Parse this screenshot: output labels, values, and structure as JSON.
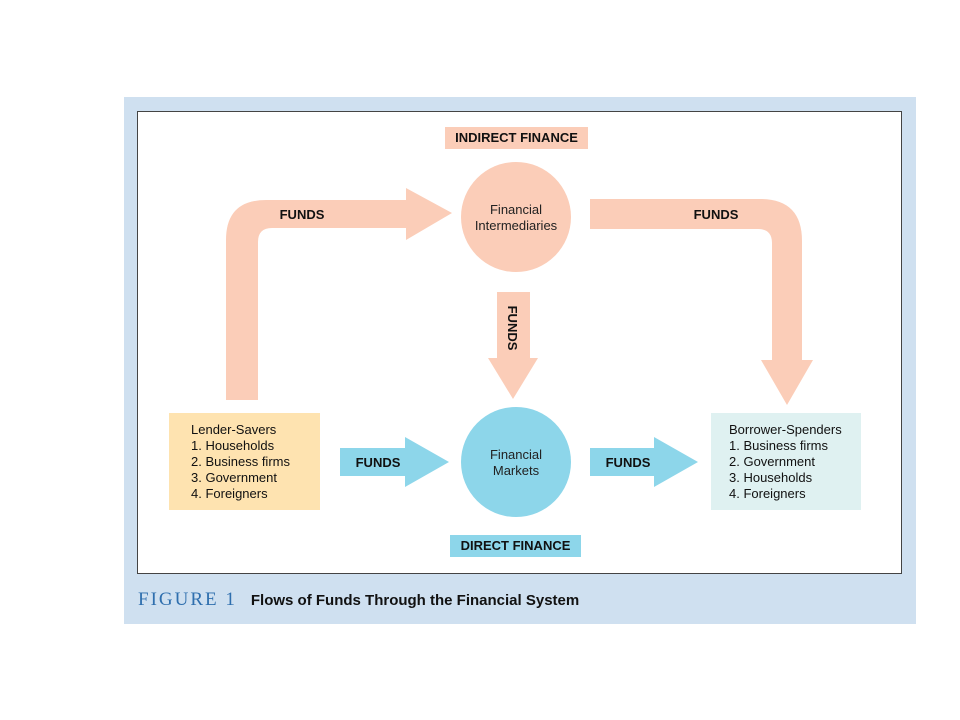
{
  "figure": {
    "label": "FIGURE 1",
    "title": "Flows of Funds Through the Financial System"
  },
  "indirect_finance": {
    "label": "INDIRECT FINANCE",
    "color": "#fbcdb8"
  },
  "direct_finance": {
    "label": "DIRECT FINANCE",
    "color": "#8dd6ea"
  },
  "financial_intermediaries": {
    "line1": "Financial",
    "line2": "Intermediaries"
  },
  "financial_markets": {
    "line1": "Financial",
    "line2": "Markets"
  },
  "lender_savers": {
    "title": "Lender-Savers",
    "items": [
      "1. Households",
      "2. Business firms",
      "3. Government",
      "4. Foreigners"
    ],
    "color": "#fee3b0"
  },
  "borrower_spenders": {
    "title": "Borrower-Spenders",
    "items": [
      "1. Business firms",
      "2. Government",
      "3. Households",
      "4. Foreigners"
    ],
    "color": "#dff1f1"
  },
  "arrows": {
    "lender_to_intermediaries": "FUNDS",
    "intermediaries_to_borrowers": "FUNDS",
    "intermediaries_to_markets": "FUNDS",
    "lender_to_markets": "FUNDS",
    "markets_to_borrowers": "FUNDS"
  }
}
